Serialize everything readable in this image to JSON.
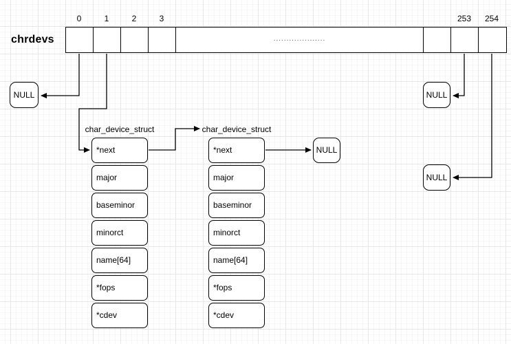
{
  "array": {
    "label": "chrdevs",
    "cells": [
      {
        "index": "0"
      },
      {
        "index": "1"
      },
      {
        "index": "2"
      },
      {
        "index": "3"
      },
      {
        "index": "",
        "ellipsis": "...................."
      },
      {
        "index": ""
      },
      {
        "index": "253"
      },
      {
        "index": "254"
      }
    ]
  },
  "structs": [
    {
      "title": "char_device_struct",
      "fields": [
        "*next",
        "major",
        "baseminor",
        "minorct",
        "name[64]",
        "*fops",
        "*cdev"
      ]
    },
    {
      "title": "char_device_struct",
      "fields": [
        "*next",
        "major",
        "baseminor",
        "minorct",
        "name[64]",
        "*fops",
        "*cdev"
      ]
    }
  ],
  "nulls": {
    "cell0": "NULL",
    "list_end": "NULL",
    "cell253": "NULL",
    "cell254": "NULL"
  },
  "colors": {
    "stroke": "#000000",
    "ellipsis": "#595959",
    "grid_major": "#e8e8e8",
    "grid_minor": "#f6f6f6"
  }
}
